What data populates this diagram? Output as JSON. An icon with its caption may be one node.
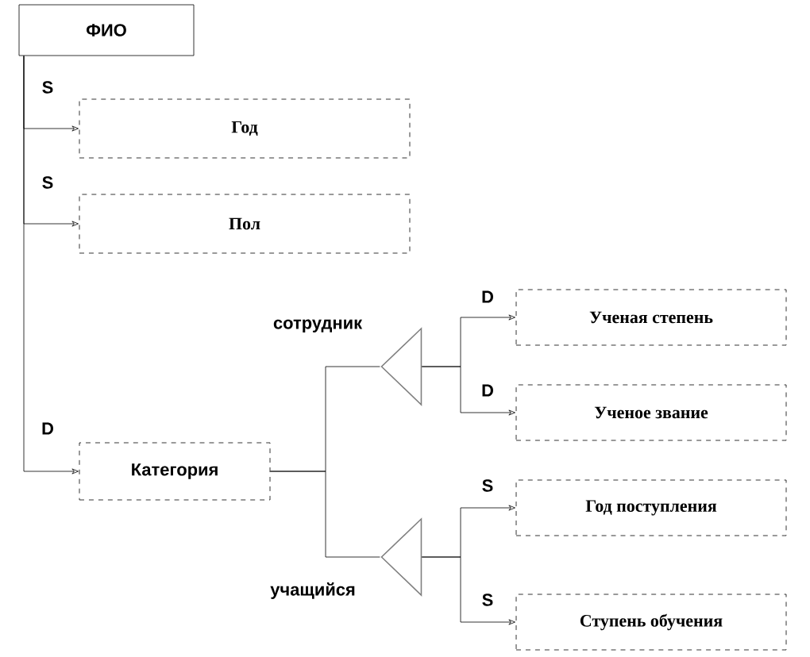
{
  "diagram": {
    "nodes": [
      {
        "text": [
          "ФИО"
        ]
      },
      {
        "text": [
          "Год"
        ]
      },
      {
        "text": [
          "Пол"
        ]
      },
      {
        "text": [
          "Категория"
        ]
      },
      {
        "text": [],
        "shape": "triangle",
        "beside": [
          "сотрудник"
        ]
      },
      {
        "text": [],
        "shape": "triangle",
        "beside": [
          "учащийся"
        ]
      },
      {
        "text": [
          "Ученая степень"
        ]
      },
      {
        "text": [
          "Ученое звание"
        ]
      },
      {
        "text": [
          "Год поступления"
        ]
      },
      {
        "text": [
          "Ступень обучения"
        ]
      }
    ],
    "edges": [
      {
        "from": 0,
        "to": 1,
        "arrow": "to",
        "label": "S"
      },
      {
        "from": 0,
        "to": 2,
        "arrow": "to",
        "label": "S"
      },
      {
        "from": 0,
        "to": 3,
        "arrow": "to",
        "label": "D"
      },
      {
        "from": 3,
        "to": 4,
        "arrow": "none"
      },
      {
        "from": 3,
        "to": 5,
        "arrow": "none"
      },
      {
        "from": 4,
        "to": 6,
        "arrow": "to",
        "label": "D"
      },
      {
        "from": 4,
        "to": 7,
        "arrow": "to",
        "label": "D"
      },
      {
        "from": 5,
        "to": 8,
        "arrow": "to",
        "label": "S"
      },
      {
        "from": 5,
        "to": 9,
        "arrow": "to",
        "label": "S"
      }
    ]
  }
}
